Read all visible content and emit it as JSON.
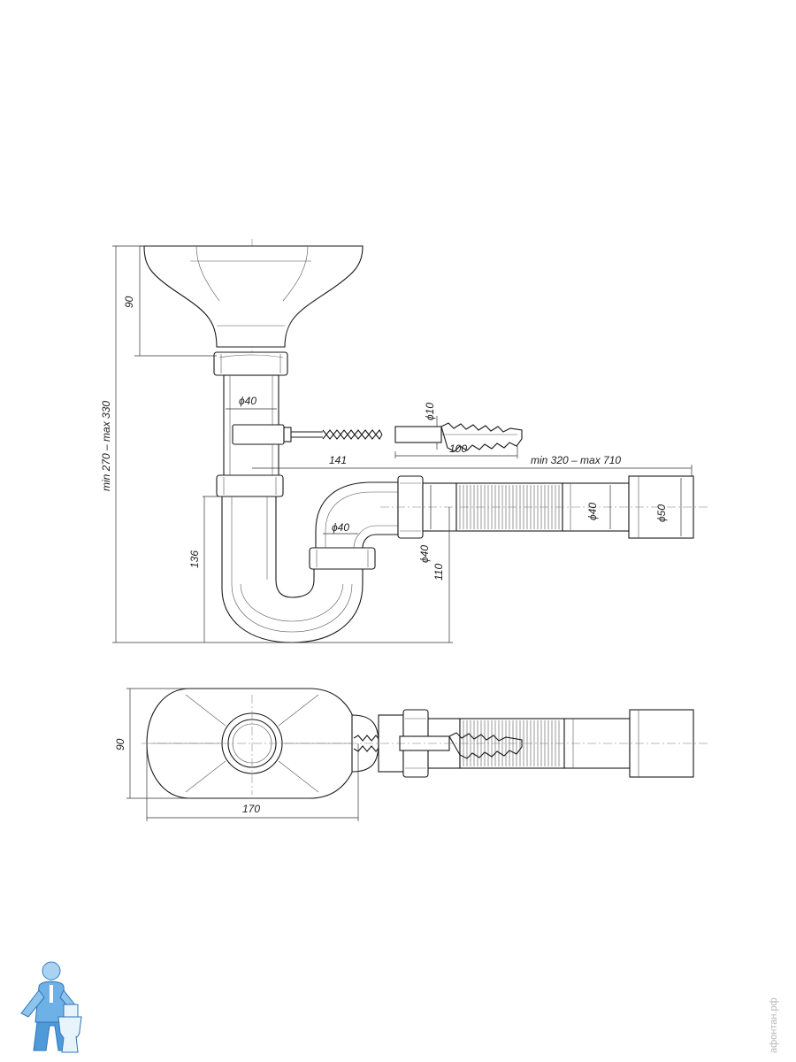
{
  "dimensions": {
    "funnel_height": "90",
    "total_height": "min 270 – max 330",
    "pipe_diameter_top": "ϕ40",
    "dowel_diameter": "ϕ10",
    "dowel_length": "100",
    "screw_offset": "141",
    "hose_length": "min 320 – max 710",
    "trap_height": "136",
    "trap_diameter": "ϕ40",
    "outlet_diameter_left": "ϕ40",
    "outlet_height": "110",
    "hose_inner_diameter": "ϕ40",
    "hose_outer_diameter": "ϕ50",
    "plan_depth": "90",
    "plan_width": "170"
  },
  "watermark": {
    "text": "афонтан.рф"
  },
  "icons": {
    "logo": "plumber-mascot-icon"
  }
}
